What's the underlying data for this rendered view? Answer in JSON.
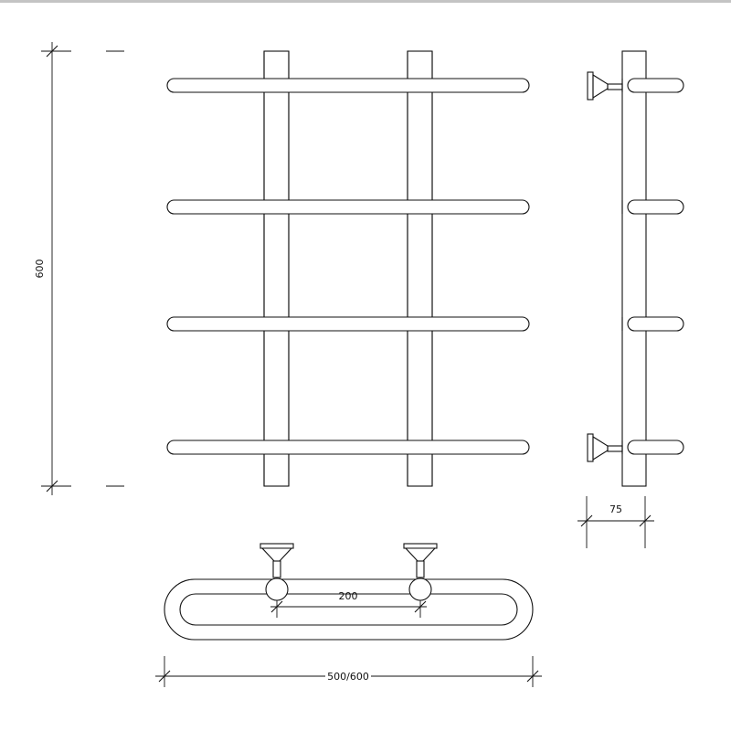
{
  "dimensions": {
    "height": "600",
    "projection": "75",
    "bar_spacing": "200",
    "width": "500/600"
  },
  "colors": {
    "line": "#111111",
    "background": "#ffffff",
    "top_rule": "#c4c4c4"
  }
}
